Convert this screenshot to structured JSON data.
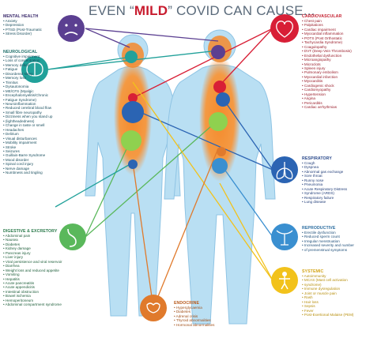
{
  "title": {
    "pre": "EVEN “",
    "mild": "MILD",
    "post": "” COVID CAN CAUSE..."
  },
  "colors": {
    "mental": "#5b3f91",
    "neuro": "#21a19a",
    "digestive": "#5ab85b",
    "endocrine": "#e07a2c",
    "cardio": "#d81f36",
    "respiratory": "#2b64b3",
    "reproductive": "#3a8fd0",
    "systemic": "#f2c21b",
    "body": "#b9dff3",
    "glow": "#f58a2c"
  },
  "sections": {
    "mental": {
      "heading": "MENTAL HEALTH",
      "items": [
        "Anxiety",
        "Depression",
        "PTSD (Post-Traumatic",
        "Stress Disorder)"
      ]
    },
    "neuro": {
      "heading": "NEUROLOGICAL",
      "items": [
        "Cognitive impairment",
        "Loss of concentration",
        "Memory deficit",
        "Fatigue",
        "Disordered sleep",
        "Memory loss",
        "Tinnitus",
        "Dysautonomia",
        "ME/CFS (Myalgic",
        "Encephalomyelitis/Chronic",
        "Fatigue Syndrome)",
        "Neuroinflammation",
        "Reduced cerebral blood flow",
        "Small fibre neuropathy",
        "Dizziness when you stand up",
        "(lightheadedness)",
        "Change in taste or smell",
        "Headaches",
        "Delirium",
        "Visual disturbances",
        "Mobility impairment",
        "Stroke",
        "Seizures",
        "Guillain-Barre Syndrome",
        "Mood disorder",
        "Spinal cord injury",
        "Nerve damage",
        "Numbness and tingling"
      ]
    },
    "digestive": {
      "heading": "DIGESTIVE & EXCRETORY",
      "items": [
        "Abdominal pain",
        "Nausea",
        "Diabetes",
        "Kidney damage",
        "Pancreas injury",
        "Liver injury",
        "Viral persistence and viral reservoir",
        "Diarrhea",
        "Weight loss and reduced appetite",
        "Vomiting",
        "Hepatitis",
        "Acute pancreatitis",
        "Acute appendicitis",
        "Intestinal obstruction",
        "Bowel ischemia",
        "Hemoperitoneum",
        "Abdominal compartment syndrome"
      ]
    },
    "endocrine": {
      "heading": "ENDOCRINE",
      "items": [
        "Hyperglycaemia",
        "Diabetes",
        "Adrenal crisis",
        "Thyroid abnormalities",
        "Hormonal abnormalities"
      ]
    },
    "cardio": {
      "heading": "CARDIOVASCULAR",
      "items": [
        "Chest pain",
        "Palpitations",
        "Cardiac impairment",
        "Myocardial inflammation",
        "POTS (Post Orthostatic",
        "Tachycardia Syndrome)",
        "Coagulopathy",
        "DVT (Deep Vein Thrombosis)",
        "Endothelial dysfunction",
        "Microangiopathy",
        "Microclots",
        "Spleen injury",
        "Pulmonary embolism",
        "Myocardial infarction",
        "Myocarditis",
        "Cardiogenic shock",
        "Cardiomyopathy",
        "Hypertension",
        "Angina",
        "Pericarditis",
        "Cardiac arrhythmias"
      ]
    },
    "respiratory": {
      "heading": "RESPIRATORY",
      "items": [
        "Cough",
        "Dyspnea",
        "Abnormal gas exchange",
        "Sore throat",
        "Runny nose",
        "Pneumonia",
        "Acute Respiratory Distress",
        "Syndrome (ARDS)",
        "Respiratory failure",
        "Lung disease"
      ]
    },
    "reproductive": {
      "heading": "REPRODUCTIVE",
      "items": [
        "Erectile dysfunction",
        "Reduced sperm count",
        "Irregular menstruation",
        "Increased severity and number",
        "of premenstrual symptoms"
      ]
    },
    "systemic": {
      "heading": "SYSTEMIC",
      "items": [
        "Autoimmunity",
        "MCAS (Mast cell activation",
        "syndrome)",
        "Immune dysregulation",
        "Joint or muscle pain",
        "Rash",
        "Hair loss",
        "Sepsis",
        "Fever",
        "Post-Exertional Malaise (PEM)"
      ]
    }
  }
}
